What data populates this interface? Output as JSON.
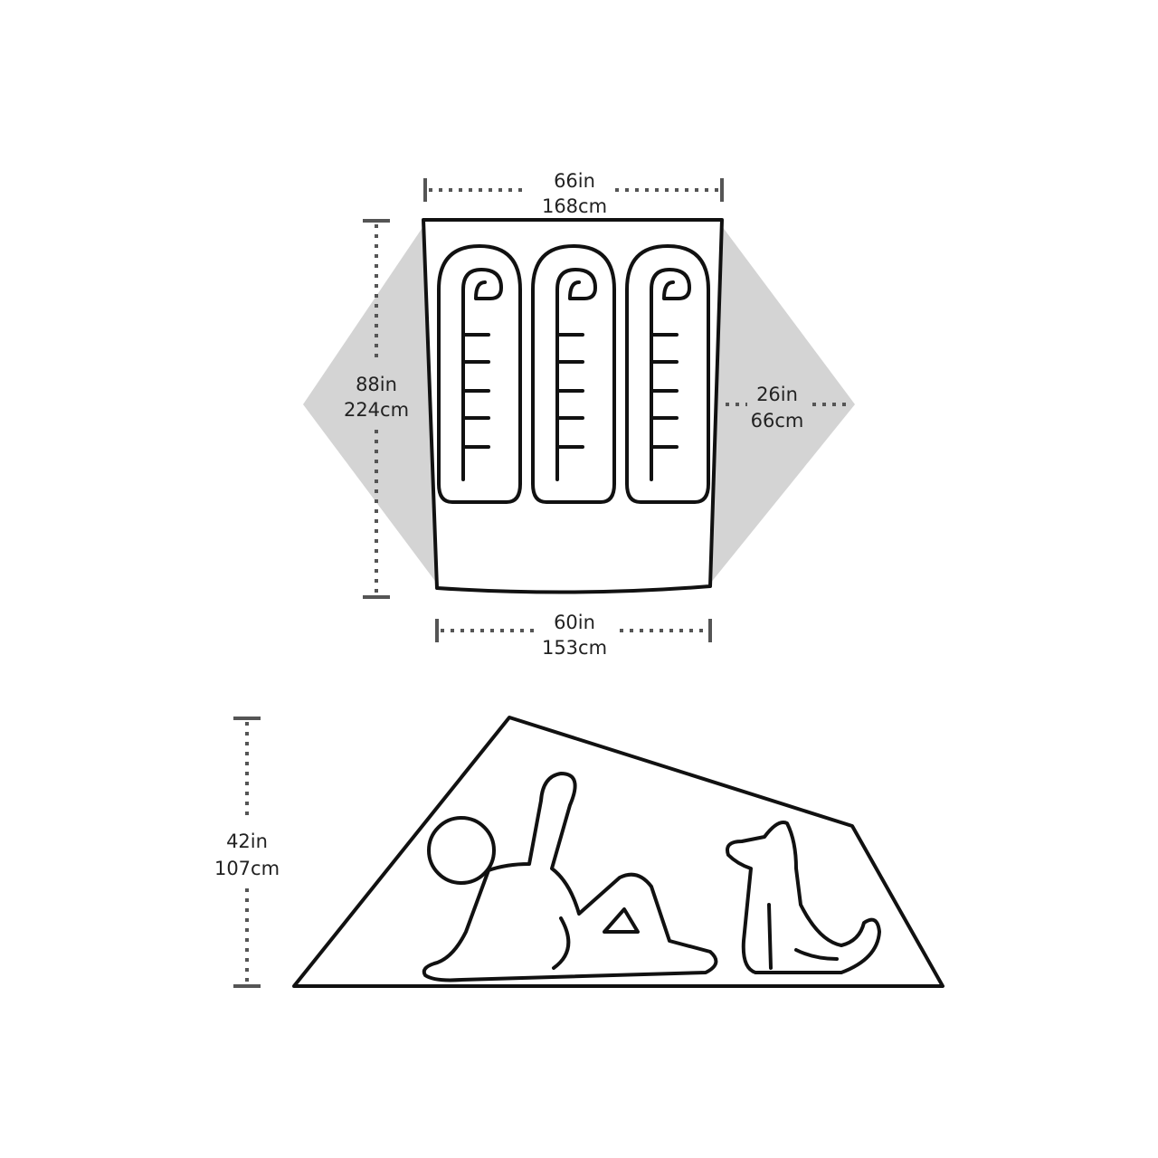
{
  "top_view": {
    "width_top": {
      "imperial": "66in",
      "metric": "168cm"
    },
    "length": {
      "imperial": "88in",
      "metric": "224cm"
    },
    "vestibule_depth": {
      "imperial": "26in",
      "metric": "66cm"
    },
    "width_bottom": {
      "imperial": "60in",
      "metric": "153cm"
    },
    "sleeping_bag_count": 3
  },
  "side_view": {
    "height": {
      "imperial": "42in",
      "metric": "107cm"
    }
  },
  "colors": {
    "vestibule": "#d4d4d4",
    "outline": "#111111",
    "dimension": "#555555"
  }
}
